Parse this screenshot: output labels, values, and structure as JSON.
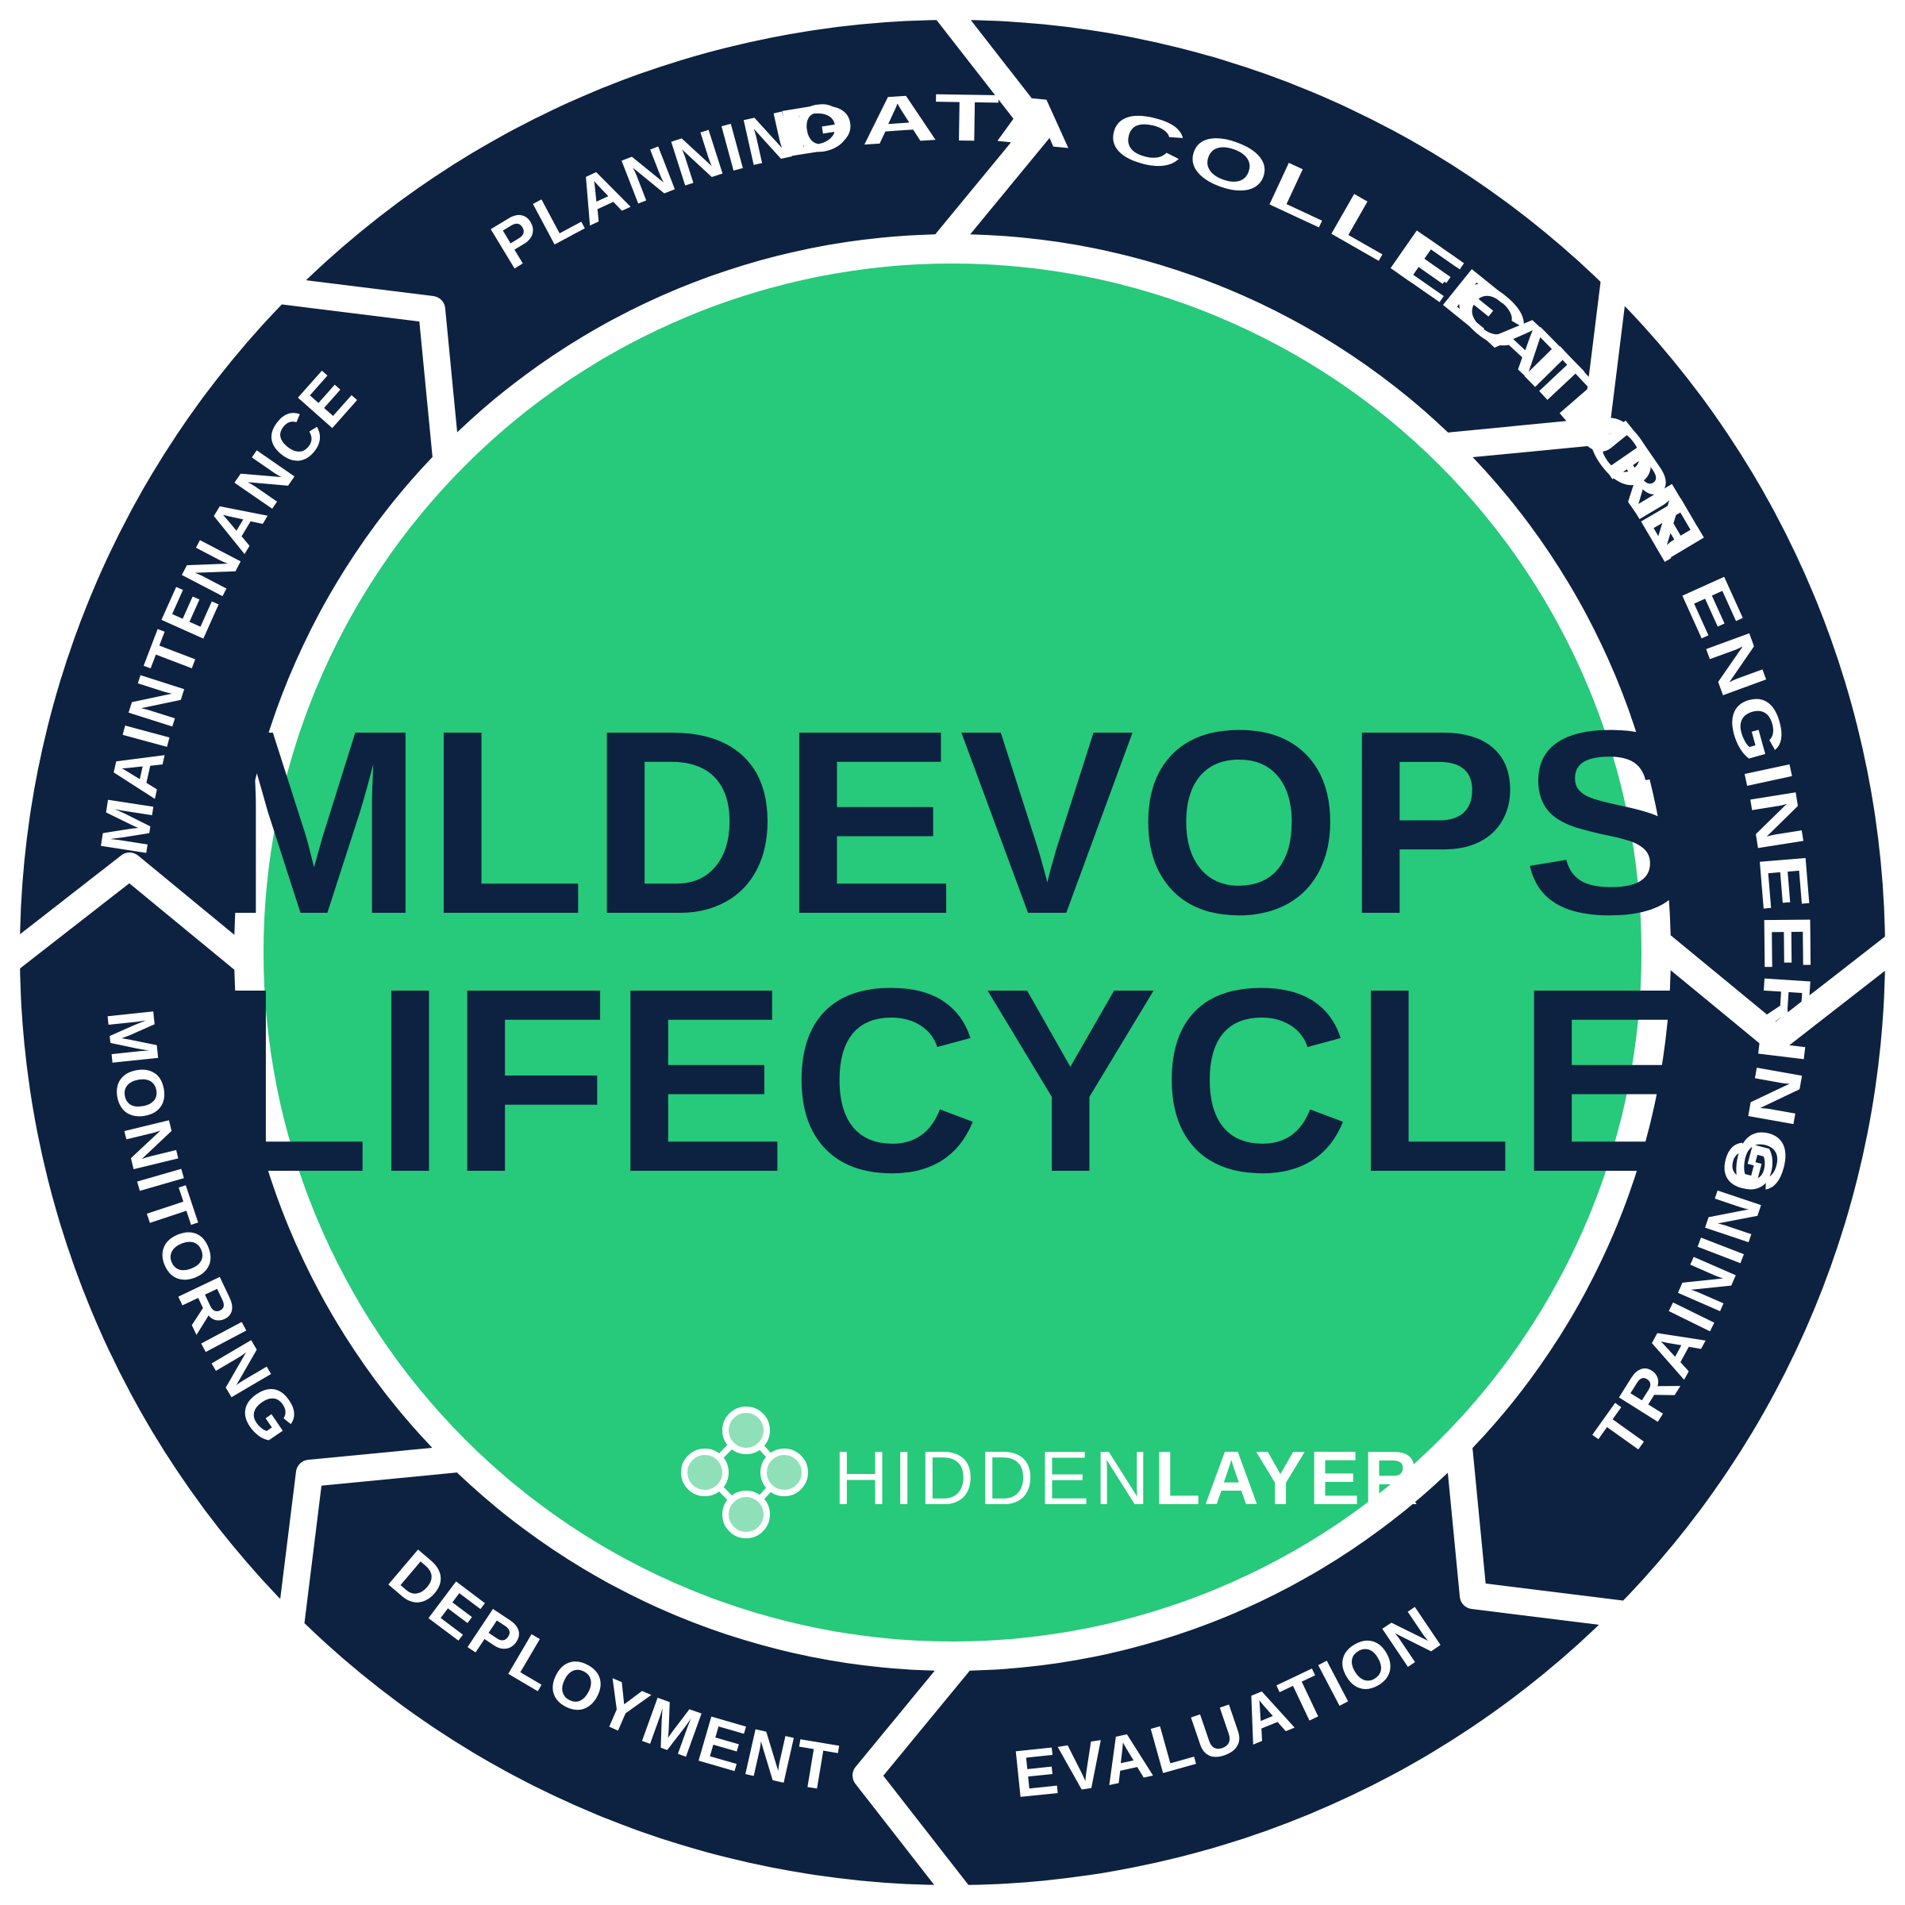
{
  "colors": {
    "navy": "#0d2240",
    "green": "#27c97b",
    "white": "#ffffff",
    "logo_node": "#8fe0b8",
    "logo_text": "#ffffff"
  },
  "title": {
    "line1": "MLDEVOPS",
    "line2": "LIFECYCLE"
  },
  "stages": [
    {
      "id": "planning",
      "label": "PLANNING"
    },
    {
      "id": "data-collection",
      "label": "DATA COLLECTION"
    },
    {
      "id": "feature-engineering",
      "label": "FEATURE ENGINEERING"
    },
    {
      "id": "training",
      "label": "TRAINING"
    },
    {
      "id": "evaluation",
      "label": "EVALUATION"
    },
    {
      "id": "deployment",
      "label": "DEPLOYMENT"
    },
    {
      "id": "monitoring",
      "label": "MONITORING"
    },
    {
      "id": "maintenance",
      "label": "MAINTENANCE"
    }
  ],
  "logo": {
    "icon": "network-nodes-icon",
    "text_light": "HIDDEN",
    "text_bold": "LAYER"
  }
}
